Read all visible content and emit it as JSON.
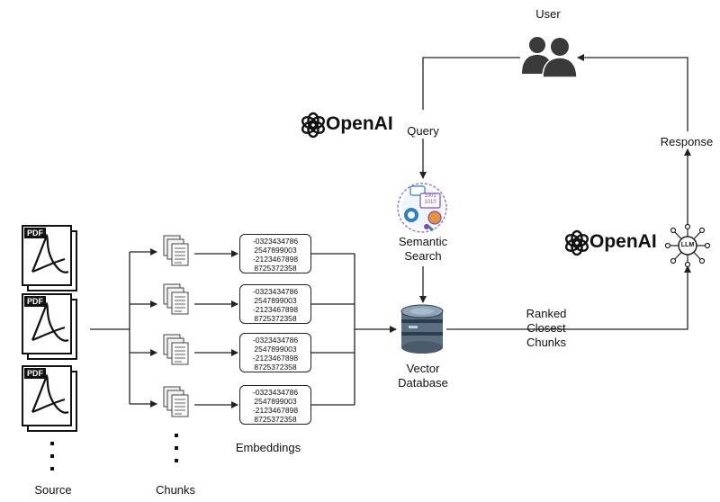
{
  "labels": {
    "user": "User",
    "query": "Query",
    "response": "Response",
    "semantic_search_1": "Semantic",
    "semantic_search_2": "Search",
    "vector_database_1": "Vector",
    "vector_database_2": "Database",
    "ranked_1": "Ranked",
    "ranked_2": "Closest",
    "ranked_3": "Chunks",
    "embeddings": "Embeddings",
    "source": "Source",
    "chunks": "Chunks",
    "pdf": "PDF",
    "llm": "LLM",
    "semantic_icon_text_1": "1001",
    "semantic_icon_text_2": "1010"
  },
  "brand": {
    "openai_top": "OpenAI",
    "openai_right": "OpenAI"
  },
  "embeddings": [
    [
      "-0323434786",
      "2547899003",
      "-2123467898",
      "8725372358"
    ],
    [
      "-0323434786",
      "2547899003",
      "-2123467898",
      "8725372358"
    ],
    [
      "-0323434786",
      "2547899003",
      "-2123467898",
      "8725372358"
    ],
    [
      "-0323434786",
      "2547899003",
      "-2123467898",
      "8725372358"
    ]
  ],
  "icons": {
    "user": "users-icon",
    "openai": "openai-logo-icon",
    "semantic_search": "semantic-search-icon",
    "database": "database-cylinder-icon",
    "llm": "llm-network-icon",
    "pdf": "pdf-document-icon",
    "chunk": "document-stack-icon"
  },
  "colors": {
    "line": "#222222",
    "database_body": "#5b6f80",
    "database_stripe": "#2a3d4e",
    "semantic_accent": "#2f7fc1",
    "semantic_purple": "#7a4fb0",
    "semantic_orange": "#e8923a"
  }
}
